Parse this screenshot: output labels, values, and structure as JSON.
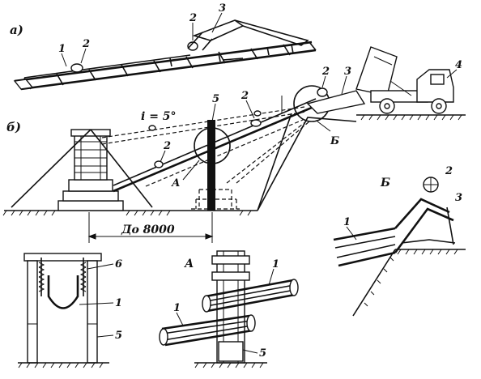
{
  "view_a": {
    "label": "а)",
    "callouts": [
      "1",
      "2",
      "3"
    ]
  },
  "view_b": {
    "label": "б)",
    "slope": "i = 5°",
    "distance": "До 8000",
    "callouts": [
      "5",
      "2",
      "2",
      "3",
      "4",
      "2"
    ],
    "section_a": "А",
    "section_b": "Б"
  },
  "detail_b": {
    "label": "Б",
    "callouts": [
      "2",
      "3",
      "1"
    ]
  },
  "detail_a": {
    "label": "А",
    "callouts": [
      "1",
      "1",
      "5"
    ]
  },
  "detail_frame": {
    "callouts": [
      "6",
      "1",
      "5"
    ]
  }
}
